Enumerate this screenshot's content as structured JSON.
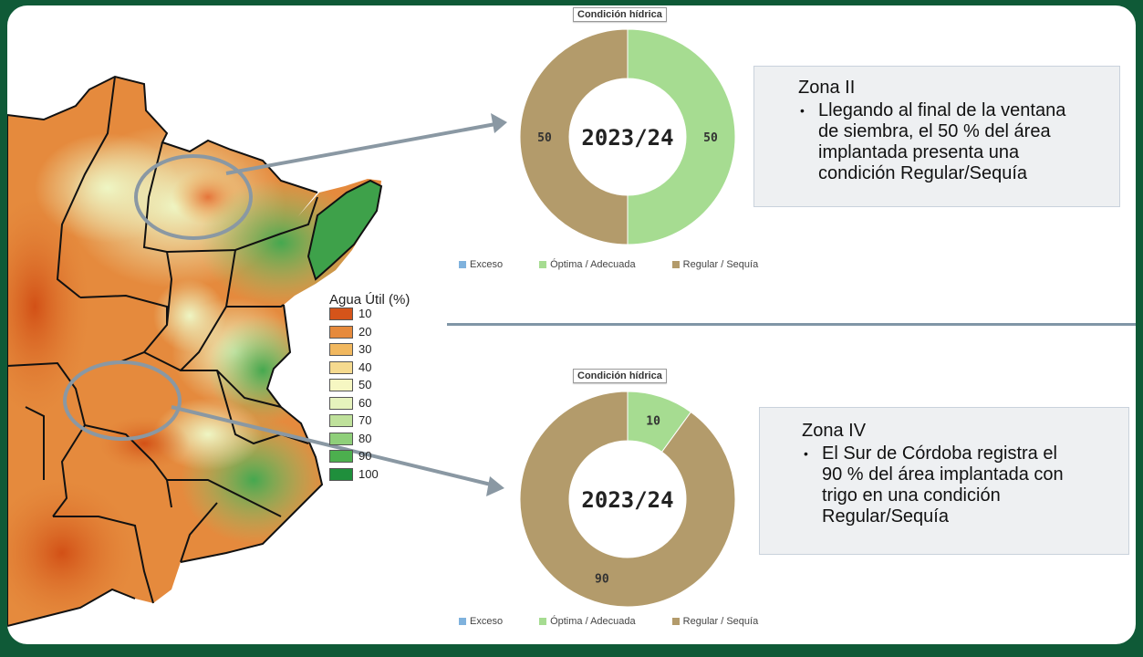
{
  "map_legend": {
    "title": "Agua Útil (%)",
    "items": [
      {
        "label": "10",
        "color": "#d5541a"
      },
      {
        "label": "20",
        "color": "#e68a3c"
      },
      {
        "label": "30",
        "color": "#f1b85f"
      },
      {
        "label": "40",
        "color": "#f5da8f"
      },
      {
        "label": "50",
        "color": "#f6f7c2"
      },
      {
        "label": "60",
        "color": "#e6f3bd"
      },
      {
        "label": "70",
        "color": "#bfe19b"
      },
      {
        "label": "80",
        "color": "#8fcf7a"
      },
      {
        "label": "90",
        "color": "#4caf4e"
      },
      {
        "label": "100",
        "color": "#1f8f3c"
      }
    ]
  },
  "chart_data": [
    {
      "type": "pie",
      "title": "Condición hídrica",
      "center_label": "2023/24",
      "categories": [
        "Exceso",
        "Óptima / Adecuada",
        "Regular / Sequía"
      ],
      "values": [
        0,
        50,
        50
      ],
      "data_labels": [
        "",
        "50",
        "50"
      ],
      "colors": [
        "#7fb2dd",
        "#a6dc91",
        "#b39b6b"
      ]
    },
    {
      "type": "pie",
      "title": "Condición hídrica",
      "center_label": "2023/24",
      "categories": [
        "Exceso",
        "Óptima / Adecuada",
        "Regular / Sequía"
      ],
      "values": [
        0,
        10,
        90
      ],
      "data_labels": [
        "",
        "10",
        "90"
      ],
      "colors": [
        "#7fb2dd",
        "#a6dc91",
        "#b39b6b"
      ]
    }
  ],
  "textboxes": [
    {
      "zone": "Zona II",
      "lines": [
        "Llegando al final de la ventana",
        "de siembra, el 50 % del área",
        "implantada presenta una",
        "condición Regular/Sequía"
      ]
    },
    {
      "zone": "Zona IV",
      "lines": [
        "El Sur de Córdoba registra el",
        "90 % del área implantada con",
        "trigo en una condición",
        "Regular/Sequía"
      ]
    }
  ]
}
